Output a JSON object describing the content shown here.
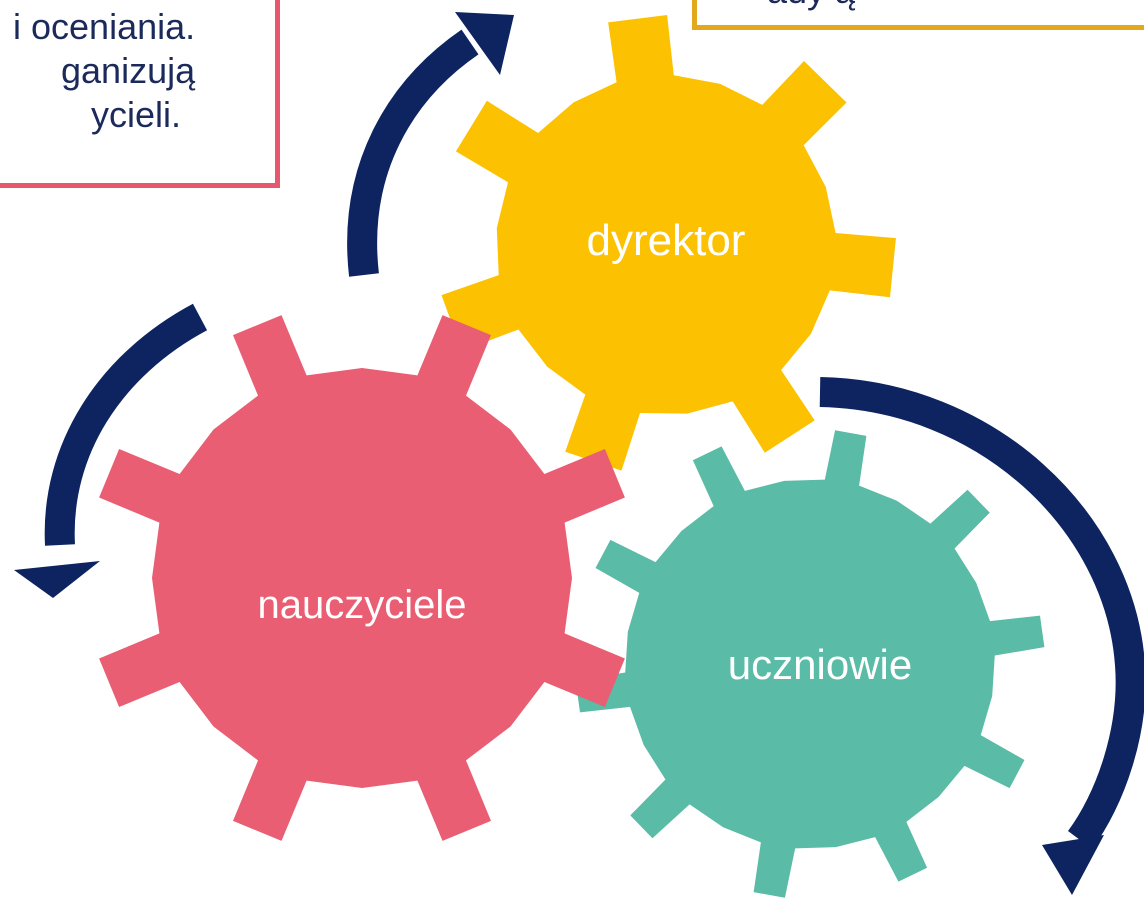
{
  "colors": {
    "director_gear": "#fcc100",
    "teachers_gear": "#e95e72",
    "students_gear": "#5abba6",
    "arrows": "#0d2460",
    "callout_left_border": "#e9566f",
    "callout_right_border": "#e3a81b",
    "callout_text": "#1b2a5a",
    "gear_text": "#ffffff"
  },
  "gears": {
    "director": {
      "label": "dyrektor"
    },
    "teachers": {
      "label": "nauczyciele"
    },
    "students": {
      "label": "uczniowie"
    }
  },
  "callouts": {
    "left": {
      "lines": [
        "i oceniania.",
        "ganizują",
        "ycieli."
      ]
    },
    "right": {
      "text": "ady    ą"
    }
  },
  "arrows": [
    {
      "name": "arrow-teachers-to-director"
    },
    {
      "name": "arrow-director-to-teachers-outer"
    },
    {
      "name": "arrow-director-to-students"
    }
  ]
}
